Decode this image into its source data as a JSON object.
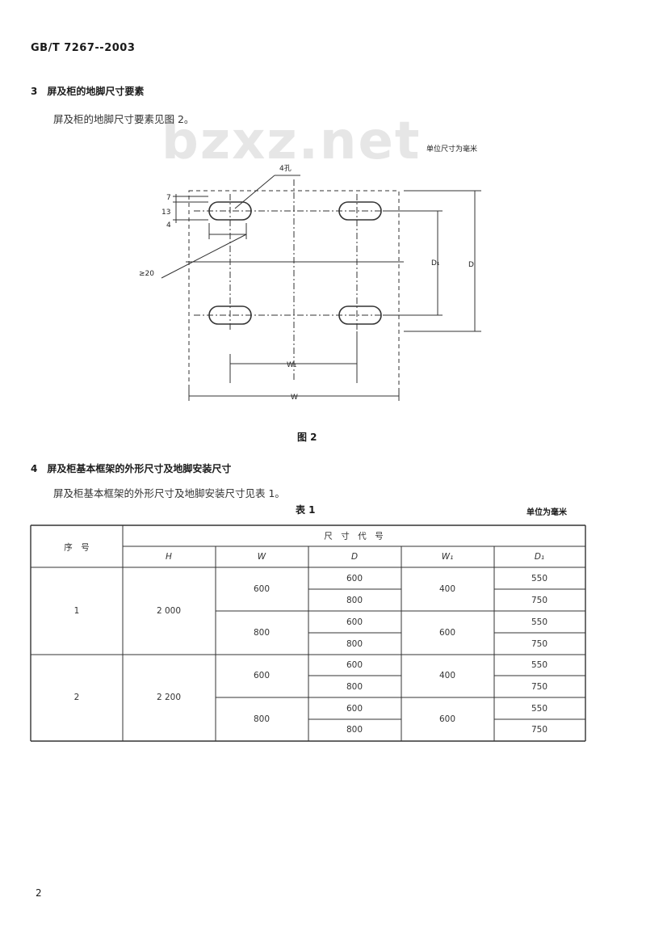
{
  "header": {
    "standard_no": "GB/T 7267--2003"
  },
  "watermark": "bzxz.net",
  "section3": {
    "heading": "3　屏及柜的地脚尺寸要素",
    "paragraph": "屏及柜的地脚尺寸要素见图 2。"
  },
  "figure": {
    "unit_note": "单位尺寸为毫米",
    "label_holes": "4孔",
    "label_dim_7": "7",
    "label_dim_13": "13",
    "label_dim_4": "4",
    "label_ge20": "≥20",
    "label_W1": "W₁",
    "label_W": "W",
    "label_D1": "D₁",
    "label_D": "D",
    "caption": "图 2"
  },
  "section4": {
    "heading": "4　屏及柜基本框架的外形尺寸及地脚安装尺寸",
    "paragraph": "屏及柜基本框架的外形尺寸及地脚安装尺寸见表 1。"
  },
  "table1": {
    "title": "表 1",
    "unit_note": "单位为毫米",
    "header_seq": "序　号",
    "header_group": "尺　寸　代　号",
    "columns": [
      "H",
      "W",
      "D",
      "W₁",
      "D₁"
    ],
    "seq": [
      "1",
      "2"
    ],
    "H": [
      "2 000",
      "2 200"
    ],
    "W": [
      "600",
      "800",
      "600",
      "800"
    ],
    "D": [
      "600",
      "800",
      "600",
      "800",
      "600",
      "800",
      "600",
      "800"
    ],
    "W1": [
      "400",
      "600",
      "400",
      "600"
    ],
    "D1": [
      "550",
      "750",
      "550",
      "750",
      "550",
      "750",
      "550",
      "750"
    ]
  },
  "footer": {
    "page_number": "2"
  }
}
